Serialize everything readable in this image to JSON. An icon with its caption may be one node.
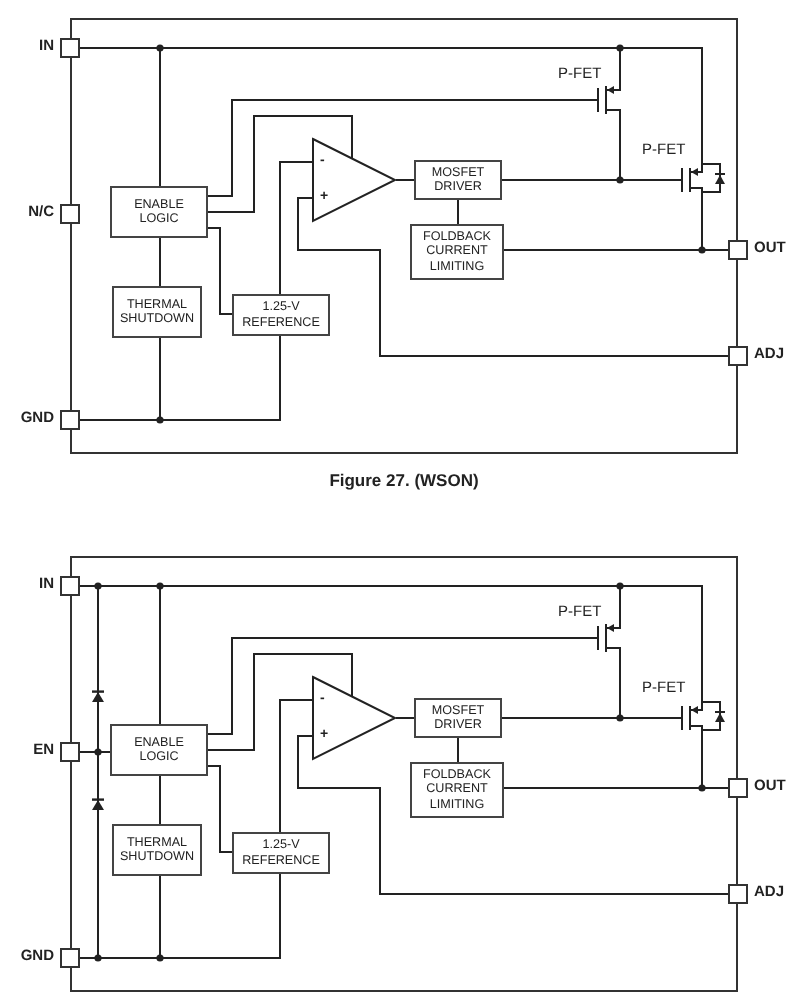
{
  "diagram": {
    "caption": "Figure 27. (WSON)",
    "nodes": [
      {
        "text": [],
        "shape": "box"
      },
      {
        "text": [
          "IN"
        ]
      },
      {
        "text": [
          "N/C"
        ]
      },
      {
        "text": [
          "GND"
        ]
      },
      {
        "text": [
          "OUT"
        ]
      },
      {
        "text": [
          "ADJ"
        ]
      },
      {
        "text": [
          "ENABLE LOGIC"
        ],
        "in": 0
      },
      {
        "text": [
          "THERMAL SHUTDOWN"
        ],
        "in": 0
      },
      {
        "text": [
          "1.25-V REFERENCE"
        ],
        "in": 0
      },
      {
        "text": [
          "-",
          "+"
        ],
        "in": 0
      },
      {
        "text": [
          "MOSFET DRIVER"
        ],
        "in": 0
      },
      {
        "text": [
          "FOLDBACK CURRENT LIMITING"
        ],
        "in": 0
      },
      {
        "text": [],
        "shape": "transistor",
        "beside": [
          "P-FET"
        ],
        "in": 0
      },
      {
        "text": [],
        "shape": "transistor",
        "beside": [
          "P-FET"
        ],
        "in": 0
      },
      {
        "text": [],
        "shape": "box"
      },
      {
        "text": [
          "IN"
        ]
      },
      {
        "text": [
          "EN"
        ]
      },
      {
        "text": [
          "GND"
        ]
      },
      {
        "text": [
          "OUT"
        ]
      },
      {
        "text": [
          "ADJ"
        ]
      },
      {
        "text": [
          "ENABLE LOGIC"
        ],
        "in": 14
      },
      {
        "text": [
          "THERMAL SHUTDOWN"
        ],
        "in": 14
      },
      {
        "text": [
          "1.25-V REFERENCE"
        ],
        "in": 14
      },
      {
        "text": [
          "-",
          "+"
        ],
        "in": 14
      },
      {
        "text": [
          "MOSFET DRIVER"
        ],
        "in": 14
      },
      {
        "text": [
          "FOLDBACK CURRENT LIMITING"
        ],
        "in": 14
      },
      {
        "text": [],
        "shape": "transistor",
        "beside": [
          "P-FET"
        ],
        "in": 14
      },
      {
        "text": [],
        "shape": "transistor",
        "beside": [
          "P-FET"
        ],
        "in": 14
      },
      {
        "text": [],
        "shape": "diode",
        "in": 14
      },
      {
        "text": [],
        "shape": "diode",
        "in": 14
      }
    ],
    "edges": [
      {
        "from": 1,
        "to": 6,
        "arrow": "none"
      },
      {
        "from": 1,
        "to": 12,
        "arrow": "none"
      },
      {
        "from": 1,
        "to": 13,
        "arrow": "none"
      },
      {
        "from": 6,
        "to": 12,
        "arrow": "none"
      },
      {
        "from": 6,
        "to": 9,
        "arrow": "none"
      },
      {
        "from": 6,
        "to": 8,
        "arrow": "none"
      },
      {
        "from": 6,
        "to": 7,
        "arrow": "none"
      },
      {
        "from": 7,
        "to": 3,
        "arrow": "none"
      },
      {
        "from": 8,
        "to": 9,
        "arrow": "none"
      },
      {
        "from": 8,
        "to": 3,
        "arrow": "none"
      },
      {
        "from": 9,
        "to": 10,
        "arrow": "none"
      },
      {
        "from": 10,
        "to": 13,
        "arrow": "none"
      },
      {
        "from": 12,
        "to": 13,
        "arrow": "none"
      },
      {
        "from": 10,
        "to": 11,
        "arrow": "none"
      },
      {
        "from": 11,
        "to": 4,
        "arrow": "none"
      },
      {
        "from": 13,
        "to": 4,
        "arrow": "none"
      },
      {
        "from": 5,
        "to": 9,
        "arrow": "none"
      },
      {
        "from": 15,
        "to": 20,
        "arrow": "none"
      },
      {
        "from": 15,
        "to": 26,
        "arrow": "none"
      },
      {
        "from": 15,
        "to": 27,
        "arrow": "none"
      },
      {
        "from": 20,
        "to": 26,
        "arrow": "none"
      },
      {
        "from": 20,
        "to": 23,
        "arrow": "none"
      },
      {
        "from": 20,
        "to": 22,
        "arrow": "none"
      },
      {
        "from": 20,
        "to": 21,
        "arrow": "none"
      },
      {
        "from": 21,
        "to": 17,
        "arrow": "none"
      },
      {
        "from": 22,
        "to": 23,
        "arrow": "none"
      },
      {
        "from": 22,
        "to": 17,
        "arrow": "none"
      },
      {
        "from": 23,
        "to": 24,
        "arrow": "none"
      },
      {
        "from": 24,
        "to": 27,
        "arrow": "none"
      },
      {
        "from": 26,
        "to": 27,
        "arrow": "none"
      },
      {
        "from": 24,
        "to": 25,
        "arrow": "none"
      },
      {
        "from": 25,
        "to": 18,
        "arrow": "none"
      },
      {
        "from": 27,
        "to": 18,
        "arrow": "none"
      },
      {
        "from": 19,
        "to": 23,
        "arrow": "none"
      },
      {
        "from": 15,
        "to": 28,
        "arrow": "none"
      },
      {
        "from": 28,
        "to": 16,
        "arrow": "none"
      },
      {
        "from": 16,
        "to": 20,
        "arrow": "none"
      },
      {
        "from": 16,
        "to": 29,
        "arrow": "none"
      },
      {
        "from": 29,
        "to": 17,
        "arrow": "none"
      }
    ]
  }
}
